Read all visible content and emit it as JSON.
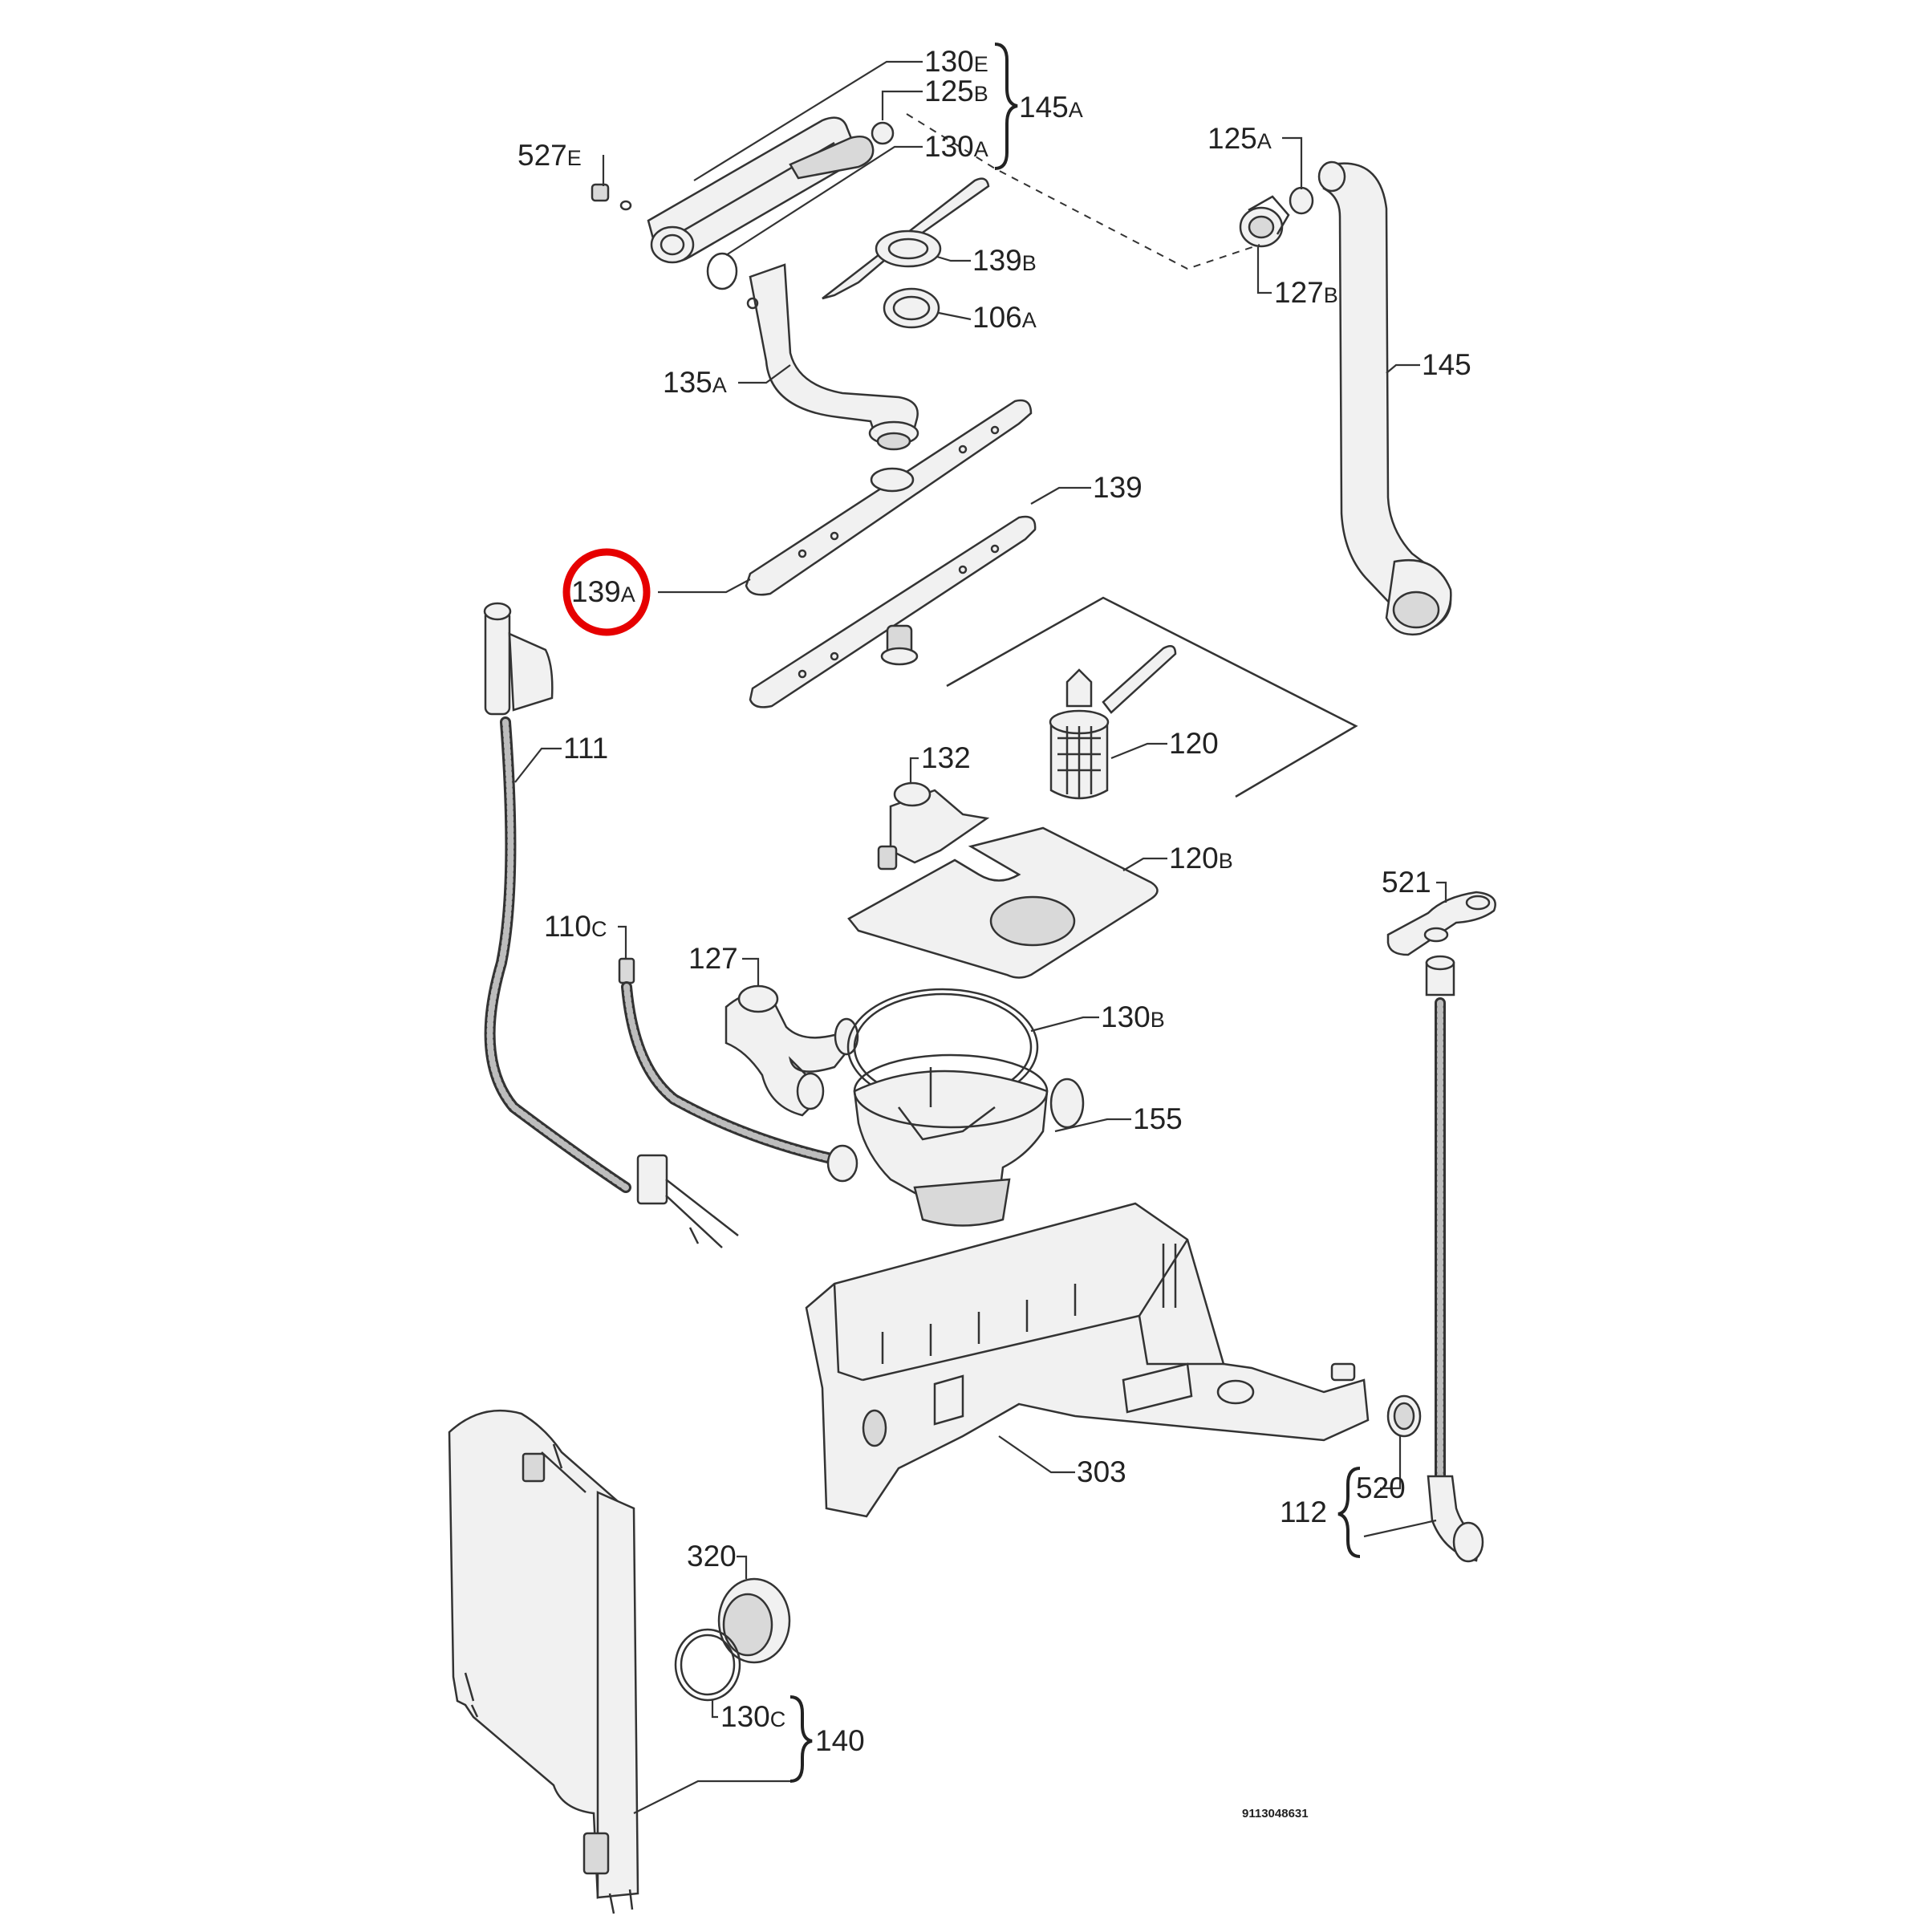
{
  "diagram": {
    "labels": [
      {
        "id": "130E",
        "num": "130",
        "suffix": "E"
      },
      {
        "id": "125B",
        "num": "125",
        "suffix": "B"
      },
      {
        "id": "145A",
        "num": "145",
        "suffix": "A"
      },
      {
        "id": "130A",
        "num": "130",
        "suffix": "A"
      },
      {
        "id": "527E",
        "num": "527",
        "suffix": "E"
      },
      {
        "id": "125A",
        "num": "125",
        "suffix": "A"
      },
      {
        "id": "139B",
        "num": "139",
        "suffix": "B"
      },
      {
        "id": "106A",
        "num": "106",
        "suffix": "A"
      },
      {
        "id": "127B",
        "num": "127",
        "suffix": "B"
      },
      {
        "id": "145",
        "num": "145",
        "suffix": ""
      },
      {
        "id": "135A",
        "num": "135",
        "suffix": "A"
      },
      {
        "id": "139",
        "num": "139",
        "suffix": ""
      },
      {
        "id": "139A",
        "num": "139",
        "suffix": "A"
      },
      {
        "id": "111",
        "num": "111",
        "suffix": ""
      },
      {
        "id": "132",
        "num": "132",
        "suffix": ""
      },
      {
        "id": "120",
        "num": "120",
        "suffix": ""
      },
      {
        "id": "120B",
        "num": "120",
        "suffix": "B"
      },
      {
        "id": "521",
        "num": "521",
        "suffix": ""
      },
      {
        "id": "110C",
        "num": "110",
        "suffix": "C"
      },
      {
        "id": "127",
        "num": "127",
        "suffix": ""
      },
      {
        "id": "130B",
        "num": "130",
        "suffix": "B"
      },
      {
        "id": "155",
        "num": "155",
        "suffix": ""
      },
      {
        "id": "303",
        "num": "303",
        "suffix": ""
      },
      {
        "id": "112",
        "num": "112",
        "suffix": ""
      },
      {
        "id": "520",
        "num": "520",
        "suffix": ""
      },
      {
        "id": "320",
        "num": "320",
        "suffix": ""
      },
      {
        "id": "130C",
        "num": "130",
        "suffix": "C"
      },
      {
        "id": "140",
        "num": "140",
        "suffix": ""
      }
    ],
    "highlighted_label": "139A",
    "highlight_color": "#e60000",
    "reference_code": "9113048631"
  }
}
